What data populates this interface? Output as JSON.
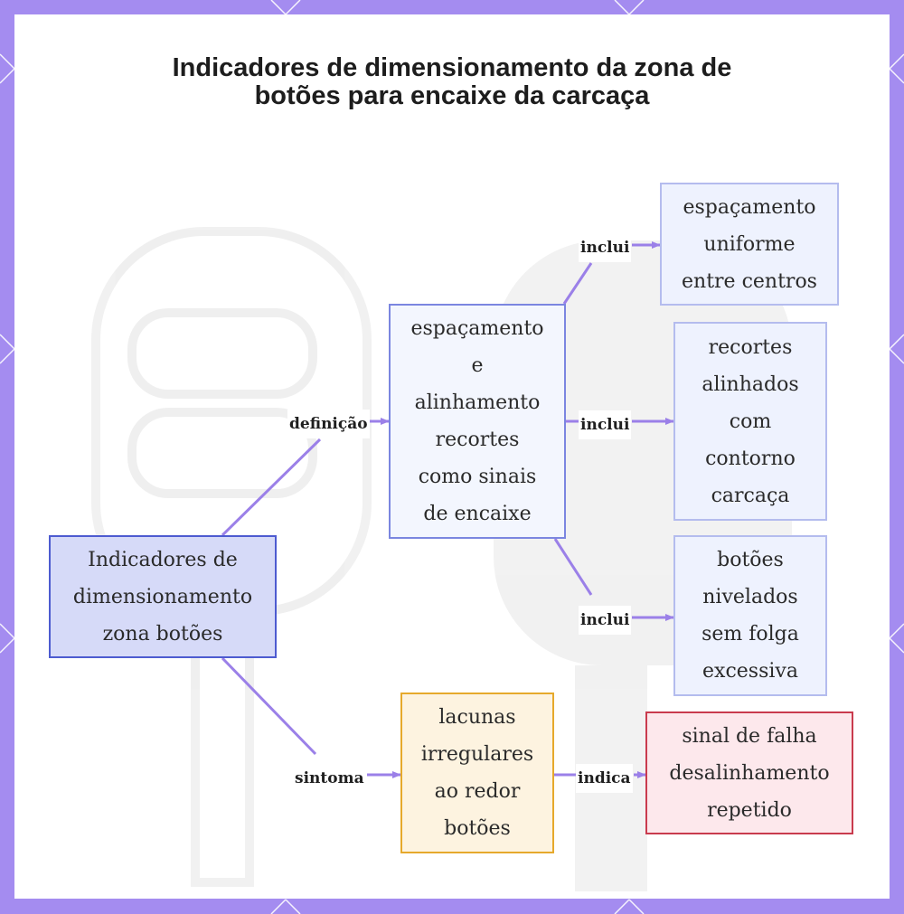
{
  "title": "Indicadores de dimensionamento da zona de botões para encaixe da carcaça",
  "nodes": {
    "root": {
      "lines": [
        "Indicadores de",
        "dimensionamento",
        "zona botões"
      ]
    },
    "definition": {
      "lines": [
        "espaçamento",
        "e",
        "alinhamento",
        "recortes",
        "como sinais",
        "de encaixe"
      ]
    },
    "spacing": {
      "lines": [
        "espaçamento",
        "uniforme",
        "entre centros"
      ]
    },
    "cutouts": {
      "lines": [
        "recortes",
        "alinhados",
        "com",
        "contorno",
        "carcaça"
      ]
    },
    "level": {
      "lines": [
        "botões",
        "nivelados",
        "sem folga",
        "excessiva"
      ]
    },
    "symptom": {
      "lines": [
        "lacunas",
        "irregulares",
        "ao redor",
        "botões"
      ]
    },
    "failure": {
      "lines": [
        "sinal de falha",
        "desalinhamento",
        "repetido"
      ]
    }
  },
  "edge_labels": {
    "definition": "definição",
    "includes_1": "inclui",
    "includes_2": "inclui",
    "includes_3": "inclui",
    "symptom": "sintoma",
    "indicates": "indica"
  },
  "colors": {
    "frame": "#a48cf0",
    "edge": "#9b80e8",
    "root_border": "#4d5bd0",
    "symptom_border": "#e6a92c",
    "failure_border": "#c93b4e"
  }
}
